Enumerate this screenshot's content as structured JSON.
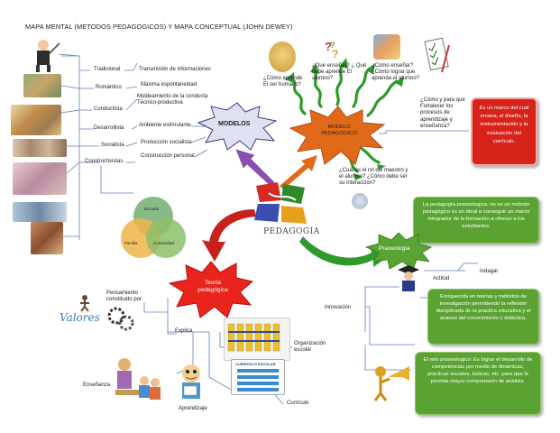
{
  "title": "MAPA MENTAL (METODOS PEDAGOGICOS)  Y MAPA CONCEPTUAL (JOHN DEWEY)",
  "colors": {
    "green": "#5aa332",
    "red": "#d8231b",
    "star_red": "#e8241c",
    "orange": "#e06a1a",
    "purple": "#8a4fb0",
    "blue_line": "#5b7fbf"
  },
  "left_branches": {
    "tradicional": "Tradicional",
    "romantico": "Romántico",
    "conductista": "Conductista",
    "desarrollista": "Desarrollista",
    "socialista": "Socialista",
    "constructivistas": "Constructivistas"
  },
  "left_desc": {
    "transmision": "Transmisión de informaciones",
    "maxima": "Máxima espontaneidad",
    "moldeamiento": "Moldeamiento de la conducta Técnico-productiva",
    "ambiente": "Ambiente estimulante",
    "produccion": "Producción socialista",
    "construccion": "Construcción personal"
  },
  "venn": {
    "escuela": "Escuela",
    "familia": "Familia",
    "comunidad": "Comunidad"
  },
  "modelos": "MODELOS",
  "modelo_pedagogico": "MODELO PEDAGOGICO",
  "questions": {
    "q1": "¿Cómo aprende El ser humano?",
    "q2": "¿Que enseñar? ¿ Qué debe aprende El alumno?",
    "q3": "¿Cómo enseñar? ¿Cómo lograr que aprenda el alumno?",
    "q4": "¿Cómo y para que Fortalecer los procesos de aprendizaje y enseñanza?",
    "q5": "¿Cuál es el rol del maestro y el alumno? ¿Cómo debe ser su interacción?"
  },
  "red_box_top": "Es un marco del cual emana, el diseño, la instrumentación y la evaluación del currículo.",
  "green_box_top": "La pedagogía praxeologica: no es un método pedagógico es un ideal a conseguir un marco integrador de la formación a ofrecer a los estudiantes.",
  "pedagogia": "PEDAGOGIA",
  "praxeologia": "Praxeologia",
  "actitud": "Actitud",
  "indagar": "Indagar",
  "innovacion": "Innovación",
  "green_box_mid": "Enriquecida en teorías y métodos de investigación permitiendo la reflexión disciplinada de la practica educativa y el avance del conocimiento y didáctica.",
  "green_box_bottom": "El reto praxeologico: Es lograr el desarrollo de competencias por medio de dinámicas, prácticas sociales, lúdicas, etc. para que le permita mayor comprensión de análisis.",
  "teoria": "Teoría pedagógica",
  "pensamiento": "Pensamiento constituido por",
  "valores": "Valores",
  "explica": "Explica",
  "organizacion": "Organización escolar",
  "ensenanza": "Enseñanza",
  "aprendizaje": "Aprendizaje",
  "curriculo": "Currículo",
  "curriculo_escolar": "CURRICULO ESCOLAR"
}
